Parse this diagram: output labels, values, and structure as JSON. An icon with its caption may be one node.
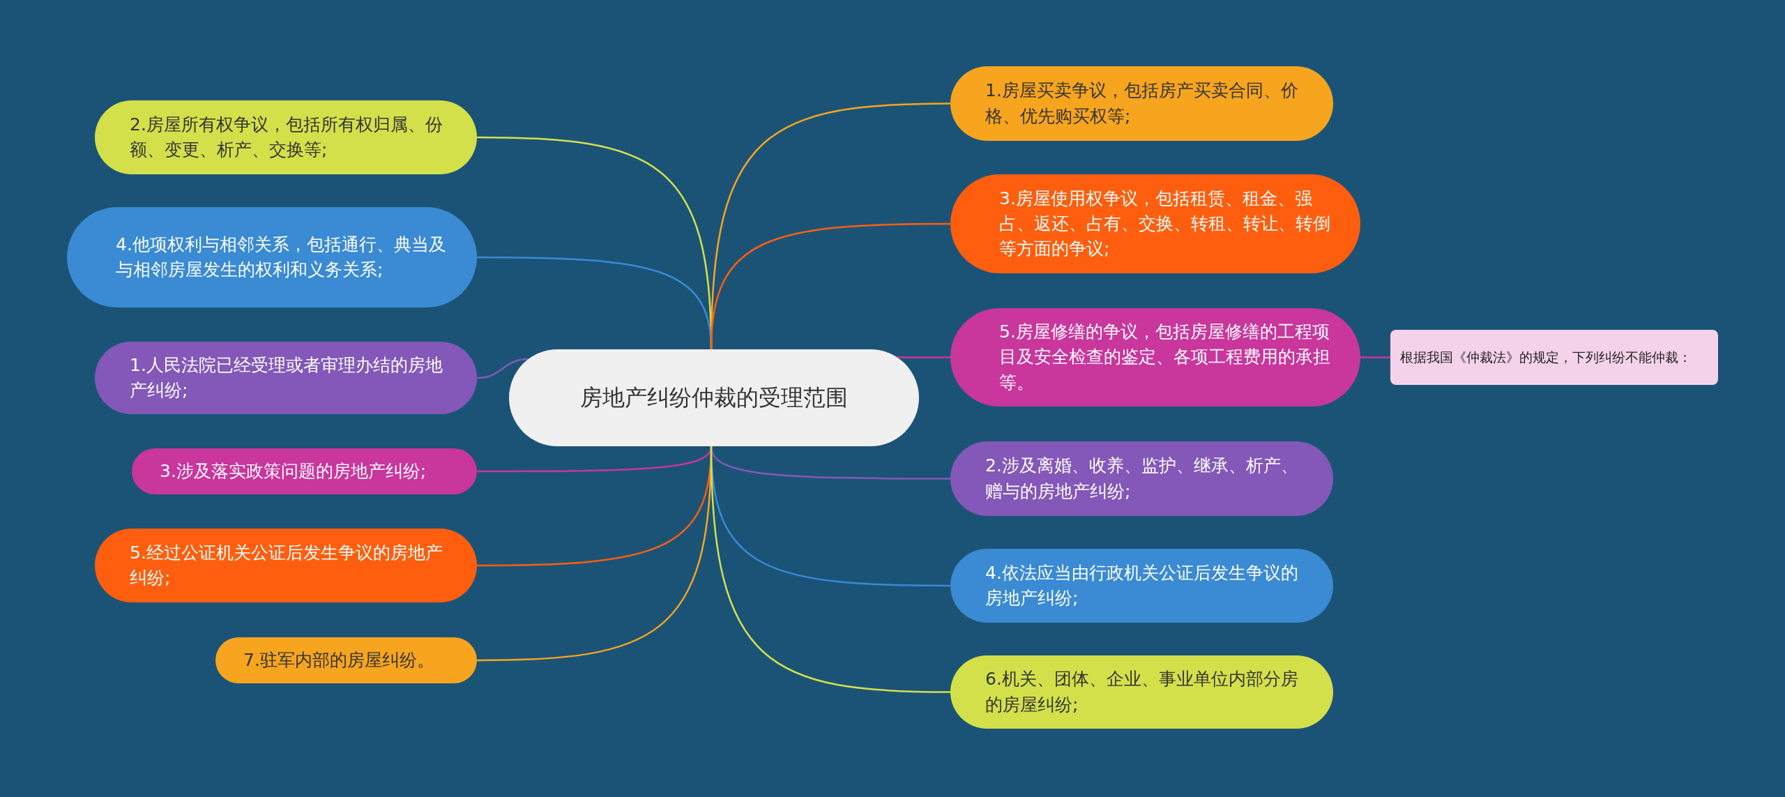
{
  "diagram": {
    "nodes": [
      {
        "text": [
          "房地产纠纷仲裁的受理范围"
        ]
      },
      {
        "text": [
          "2.房屋所有权争议，包括所有权归属、份额、变更、析产、交换等;"
        ]
      },
      {
        "text": [
          "4.他项权利与相邻关系，包括通行、典当及与相邻房屋发生的权利和义务关系;"
        ]
      },
      {
        "text": [
          "1.人民法院已经受理或者审理办结的房地产纠纷;"
        ]
      },
      {
        "text": [
          "3.涉及落实政策问题的房地产纠纷;"
        ]
      },
      {
        "text": [
          "5.经过公证机关公证后发生争议的房地产纠纷;"
        ]
      },
      {
        "text": [
          "7.驻军内部的房屋纠纷。"
        ]
      },
      {
        "text": [
          "1.房屋买卖争议，包括房产买卖合同、价格、优先购买权等;"
        ]
      },
      {
        "text": [
          "3.房屋使用权争议，包括租赁、租金、强占、返还、占有、交换、转租、转让、转倒等方面的争议;"
        ]
      },
      {
        "text": [
          "5.房屋修缮的争议，包括房屋修缮的工程项目及安全检查的鉴定、各项工程费用的承担等。"
        ]
      },
      {
        "text": [
          "根据我国《仲裁法》的规定，下列纠纷不能仲裁："
        ]
      },
      {
        "text": [
          "2.涉及离婚、收养、监护、继承、析产、赠与的房地产纠纷;"
        ]
      },
      {
        "text": [
          "4.依法应当由行政机关公证后发生争议的房地产纠纷;"
        ]
      },
      {
        "text": [
          "6.机关、团体、企业、事业单位内部分房的房屋纠纷;"
        ]
      }
    ],
    "edges": [
      {
        "from": 0,
        "to": 1,
        "arrow": "none",
        "color": "#d4e04a"
      },
      {
        "from": 0,
        "to": 2,
        "arrow": "none",
        "color": "#3a8ad4"
      },
      {
        "from": 0,
        "to": 3,
        "arrow": "none",
        "color": "#8358b8"
      },
      {
        "from": 0,
        "to": 4,
        "arrow": "none",
        "color": "#c9369c"
      },
      {
        "from": 0,
        "to": 5,
        "arrow": "none",
        "color": "#ff5e0e"
      },
      {
        "from": 0,
        "to": 6,
        "arrow": "none",
        "color": "#f7a51e"
      },
      {
        "from": 0,
        "to": 7,
        "arrow": "none",
        "color": "#f7a51e"
      },
      {
        "from": 0,
        "to": 8,
        "arrow": "none",
        "color": "#ff5e0e"
      },
      {
        "from": 0,
        "to": 9,
        "arrow": "none",
        "color": "#c9369c"
      },
      {
        "from": 9,
        "to": 10,
        "arrow": "none",
        "color": "#c9369c"
      },
      {
        "from": 0,
        "to": 11,
        "arrow": "none",
        "color": "#8358b8"
      },
      {
        "from": 0,
        "to": 12,
        "arrow": "none",
        "color": "#3a8ad4"
      },
      {
        "from": 0,
        "to": 13,
        "arrow": "none",
        "color": "#d4e04a"
      }
    ]
  }
}
